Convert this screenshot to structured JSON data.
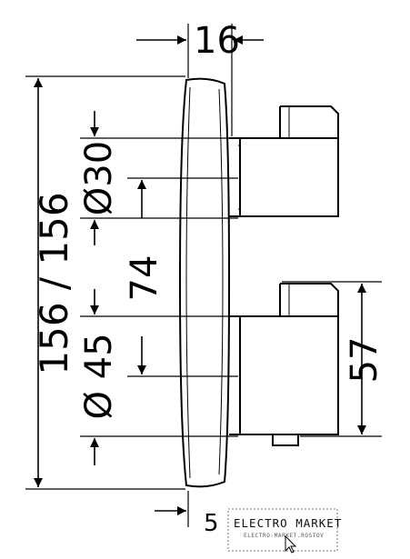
{
  "dimensions": {
    "top_width": "16",
    "total_height": "156 / 156",
    "diameter_top": "Ø30",
    "spacing": "74",
    "diameter_bottom": "Ø 45",
    "right_height": "57"
  },
  "bottom_fragment": "5",
  "watermark": {
    "brand": "ELECTRO MARKET",
    "tagline": "ELECTRO-MARKET.ROSTOV",
    "cursor_icon": "pointer-cursor-icon"
  },
  "colors": {
    "line": "#000000",
    "background": "#ffffff",
    "watermark_border": "#777777"
  }
}
